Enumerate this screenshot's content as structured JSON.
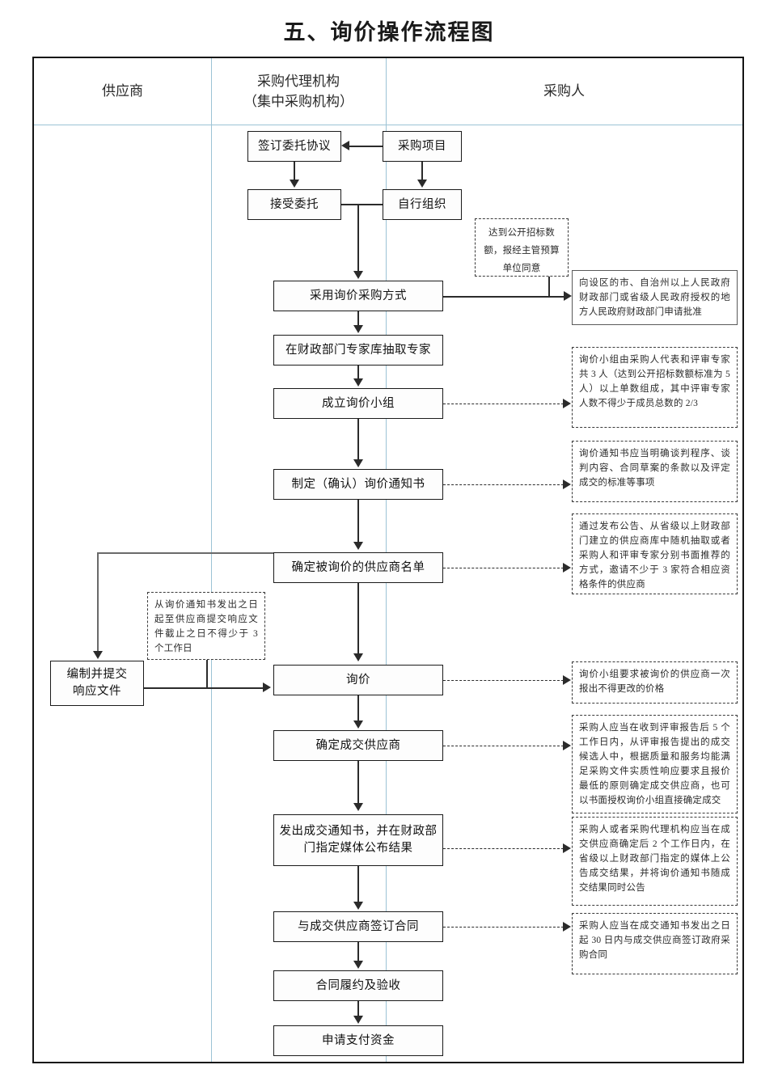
{
  "title": "五、询价操作流程图",
  "columns": [
    {
      "id": "supplier",
      "label": "供应商"
    },
    {
      "id": "agency",
      "label_line1": "采购代理机构",
      "label_line2": "（集中采购机构）"
    },
    {
      "id": "purchaser",
      "label": "采购人"
    }
  ],
  "nodes": [
    {
      "id": "sign-entrust-agreement",
      "label": "签订委托协议"
    },
    {
      "id": "procurement-project",
      "label": "采购项目"
    },
    {
      "id": "accept-entrust",
      "label": "接受委托"
    },
    {
      "id": "self-organize",
      "label": "自行组织"
    },
    {
      "id": "adopt-inquiry-method",
      "label": "采用询价采购方式"
    },
    {
      "id": "draw-experts",
      "label": "在财政部门专家库抽取专家"
    },
    {
      "id": "establish-inquiry-group",
      "label": "成立询价小组"
    },
    {
      "id": "make-inquiry-notice",
      "label": "制定（确认）询价通知书"
    },
    {
      "id": "determine-supplier-list",
      "label": "确定被询价的供应商名单"
    },
    {
      "id": "prepare-submit-response",
      "label_line1": "编制并提交",
      "label_line2": "响应文件"
    },
    {
      "id": "inquiry",
      "label": "询价"
    },
    {
      "id": "determine-winning-supplier",
      "label": "确定成交供应商"
    },
    {
      "id": "issue-award-notice",
      "label_line1": "发出成交通知书，并在财政部",
      "label_line2": "门指定媒体公布结果"
    },
    {
      "id": "sign-contract",
      "label": "与成交供应商签订合同"
    },
    {
      "id": "contract-performance-acceptance",
      "label": "合同履约及验收"
    },
    {
      "id": "apply-payment",
      "label": "申请支付资金"
    }
  ],
  "notes": [
    {
      "id": "note-open-tender-threshold",
      "text": "达到公开招标数额，报经主管预算单位同意"
    },
    {
      "id": "note-apply-approval",
      "text": "向设区的市、自治州以上人民政府财政部门或省级人民政府授权的地方人民政府财政部门申请批准"
    },
    {
      "id": "note-inquiry-group-composition",
      "text": "询价小组由采购人代表和评审专家共 3 人（达到公开招标数额标准为 5 人）以上单数组成，其中评审专家人数不得少于成员总数的 2/3"
    },
    {
      "id": "note-inquiry-notice-content",
      "text": "询价通知书应当明确谈判程序、谈判内容、合同草案的条款以及评定成交的标准等事项"
    },
    {
      "id": "note-supplier-invitation",
      "text": "通过发布公告、从省级以上财政部门建立的供应商库中随机抽取或者采购人和评审专家分别书面推荐的方式，邀请不少于 3 家符合相应资格条件的供应商"
    },
    {
      "id": "note-response-deadline",
      "text": "从询价通知书发出之日起至供应商提交响应文件截止之日不得少于 3 个工作日"
    },
    {
      "id": "note-one-time-quote",
      "text": "询价小组要求被询价的供应商一次报出不得更改的价格"
    },
    {
      "id": "note-determine-winner-rule",
      "text": "采购人应当在收到评审报告后 5 个工作日内，从评审报告提出的成交候选人中，根据质量和服务均能满足采购文件实质性响应要求且报价最低的原则确定成交供应商，也可以书面授权询价小组直接确定成交"
    },
    {
      "id": "note-announce-result",
      "text": "采购人或者采购代理机构应当在成交供应商确定后 2 个工作日内，在省级以上财政部门指定的媒体上公告成交结果，并将询价通知书随成交结果同时公告"
    },
    {
      "id": "note-contract-30-days",
      "text": "采购人应当在成交通知书发出之日起 30 日内与成交供应商签订政府采购合同"
    }
  ],
  "colors": {
    "line": "#2b2b2b",
    "divider": "#9cc3d5",
    "frame": "#141414"
  }
}
